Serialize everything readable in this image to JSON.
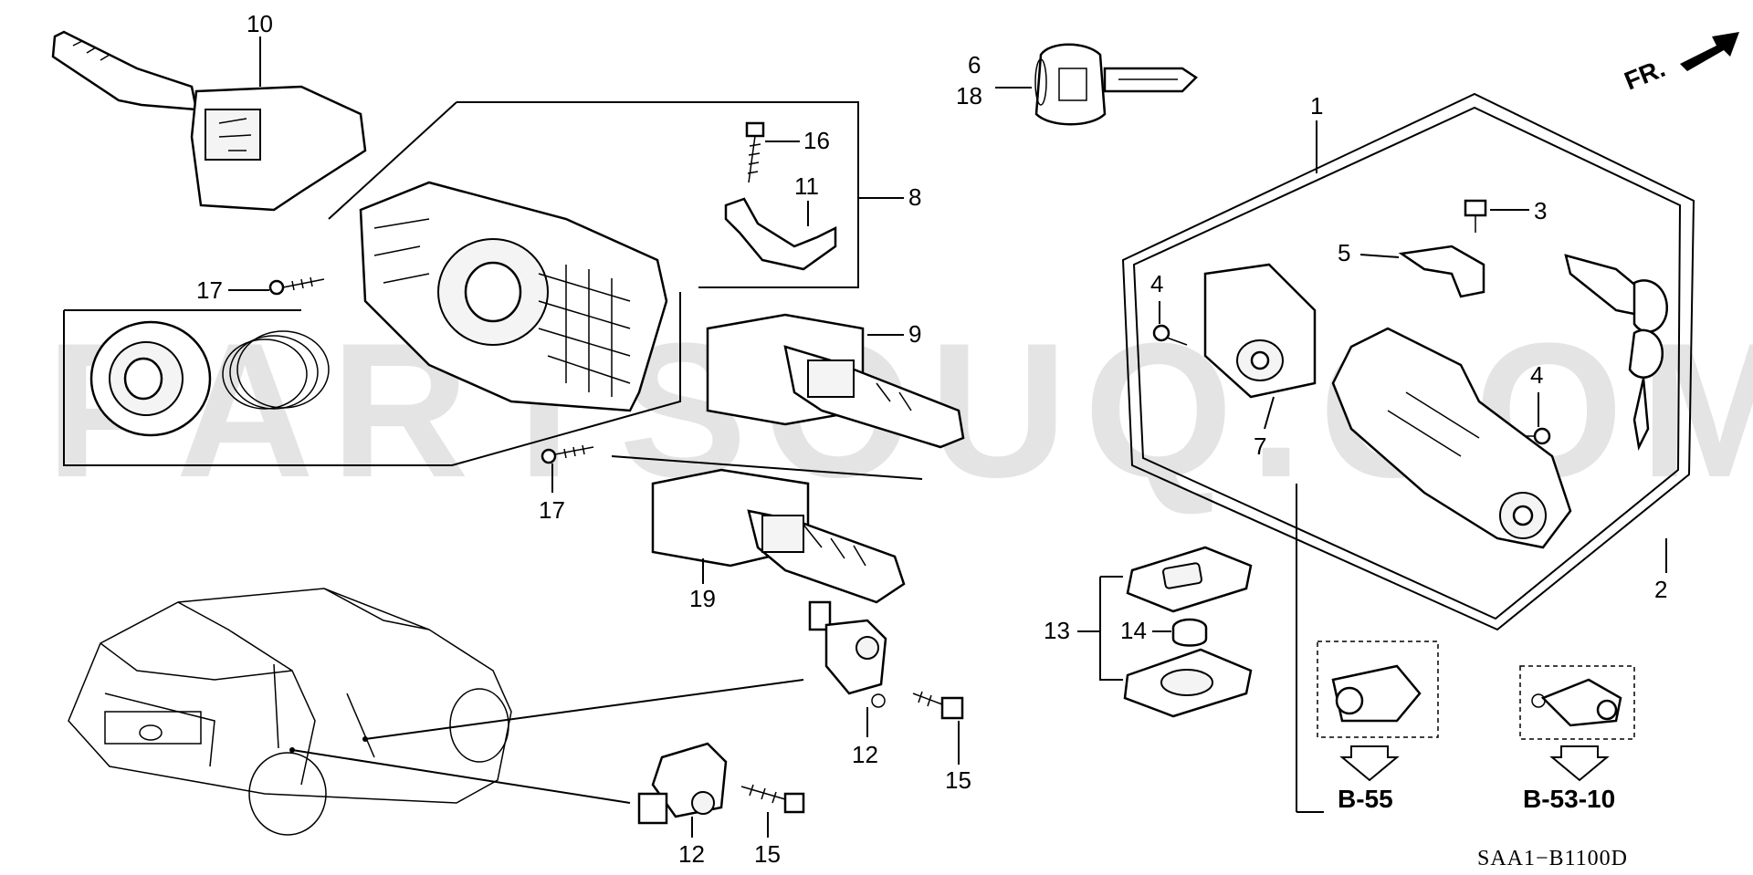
{
  "watermark": "PARTSOUQ.COM",
  "orientation_label": "FR.",
  "diagram_code": "SAA1−B1100D",
  "callouts": {
    "c1": "1",
    "c2": "2",
    "c3": "3",
    "c4a": "4",
    "c4b": "4",
    "c5": "5",
    "c6": "6",
    "c7": "7",
    "c8": "8",
    "c9": "9",
    "c10": "10",
    "c11": "11",
    "c12a": "12",
    "c12b": "12",
    "c13": "13",
    "c14": "14",
    "c15a": "15",
    "c15b": "15",
    "c16": "16",
    "c17a": "17",
    "c17b": "17",
    "c18": "18",
    "c19": "19"
  },
  "references": {
    "ref_b55": "B-55",
    "ref_b5310": "B-53-10"
  }
}
